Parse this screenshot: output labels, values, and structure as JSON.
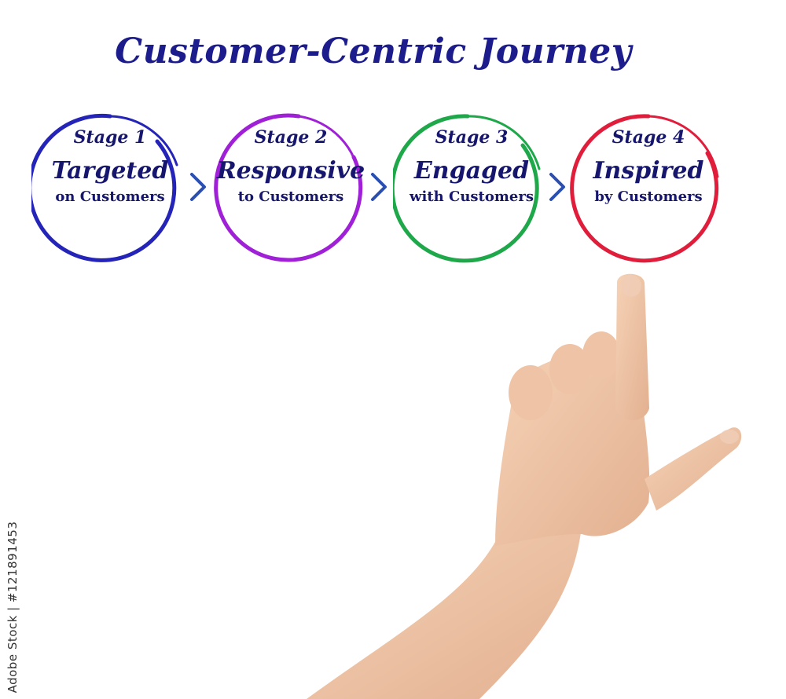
{
  "title": "Customer-Centric Journey",
  "stages": [
    {
      "num": "Stage 1",
      "main": "Targeted",
      "sub": "on Customers",
      "color": "#2424b8"
    },
    {
      "num": "Stage 2",
      "main": "Responsive",
      "sub": "to Customers",
      "color": "#a020d8"
    },
    {
      "num": "Stage 3",
      "main": "Engaged",
      "sub": "with Customers",
      "color": "#1ea84a"
    },
    {
      "num": "Stage 4",
      "main": "Inspired",
      "sub": "by Customers",
      "color": "#e01e3c"
    }
  ],
  "chevron_color": "#2a4fb0",
  "watermark": "Adobe Stock | #121891453",
  "icons": [
    "chevron-right-icon",
    "pointing-hand-icon"
  ]
}
